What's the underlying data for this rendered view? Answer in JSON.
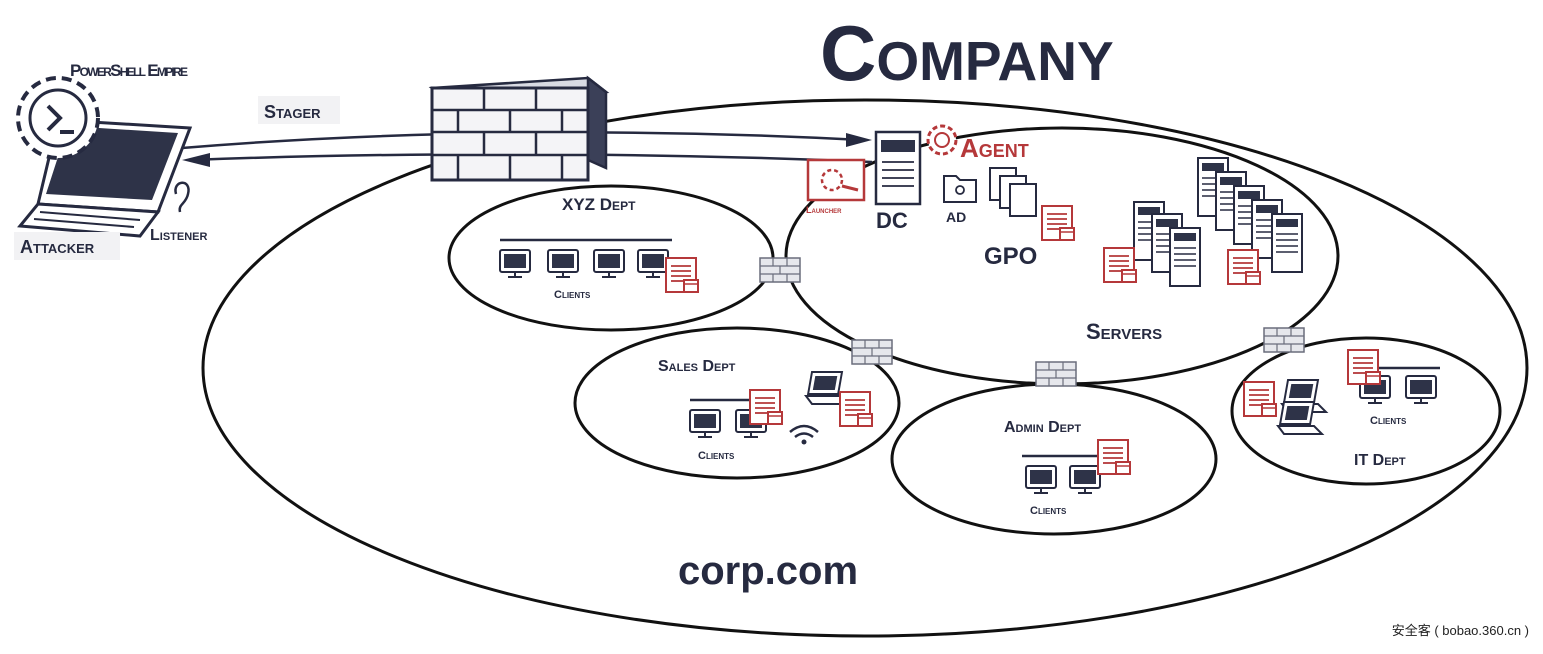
{
  "title": "Company",
  "attacker": {
    "tool": "PowerShell Empire",
    "label": "Attacker",
    "listener": "Listener",
    "stager": "Stager"
  },
  "domain_label": "corp.com",
  "dc": {
    "label": "DC",
    "ad": "AD",
    "gpo": "GPO",
    "agent": "Agent",
    "launcher": "Launcher"
  },
  "servers_label": "Servers",
  "departments": {
    "xyz": {
      "name": "XYZ Dept",
      "clients": "Clients"
    },
    "sales": {
      "name": "Sales Dept",
      "clients": "Clients"
    },
    "admin": {
      "name": "Admin Dept",
      "clients": "Clients"
    },
    "it": {
      "name": "IT Dept",
      "clients": "Clients"
    }
  },
  "footer": "安全客 ( bobao.360.cn )",
  "colors": {
    "ink": "#262a40",
    "accent": "#b5383a",
    "firewall": "#9a9ca8"
  }
}
